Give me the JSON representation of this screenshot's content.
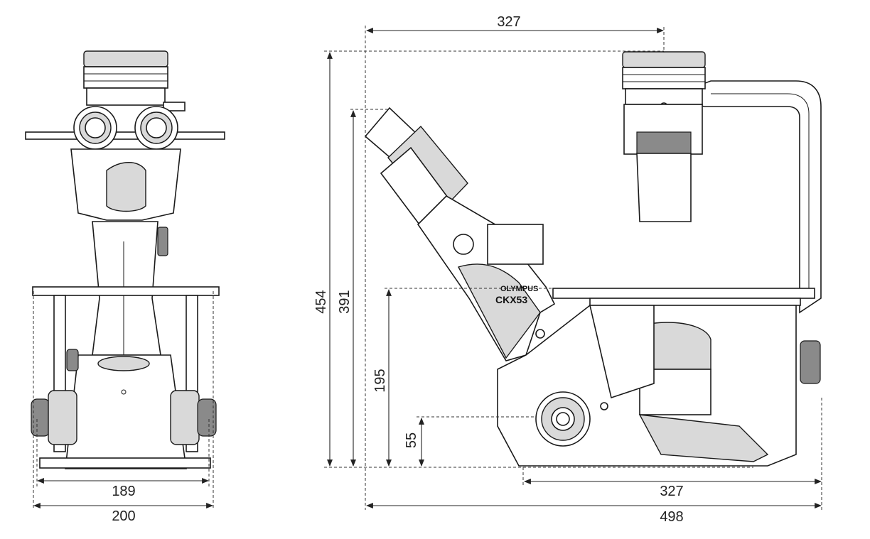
{
  "model": {
    "brand": "OLYMPUS",
    "name": "CKX53"
  },
  "dimensions": {
    "front_inner_width": "189",
    "front_outer_width": "200",
    "side_total_height": "454",
    "side_eyepiece_height": "391",
    "side_stage_height": "195",
    "side_knob_height": "55",
    "side_top_width": "327",
    "side_base_width": "327",
    "side_total_width": "498"
  },
  "colors": {
    "line": "#1a1a1a",
    "fill_light": "#d9d9d9",
    "fill_dark": "#8a8a8a"
  }
}
